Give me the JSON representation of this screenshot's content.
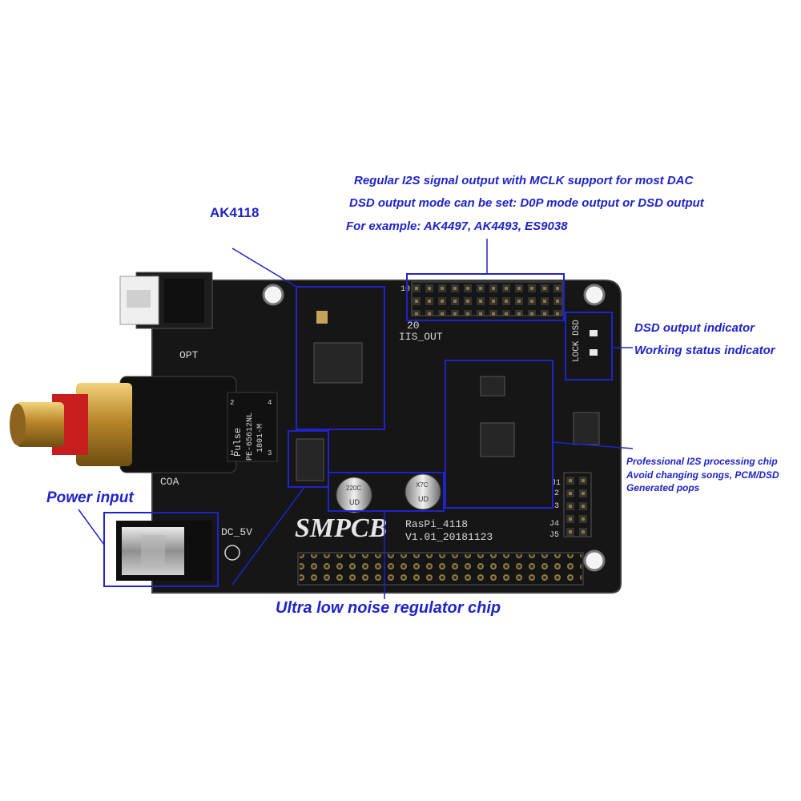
{
  "annotations": {
    "i2s_line1": "Regular I2S signal output with MCLK support for most DAC",
    "i2s_line2": "DSD output mode can be set: D0P mode output or DSD output",
    "i2s_line3": "For example: AK4497, AK4493, ES9038",
    "ak4118": "AK4118",
    "dsd_indicator": "DSD output indicator",
    "working_indicator": "Working status indicator",
    "i2s_chip_line1": "Professional I2S processing chip",
    "i2s_chip_line2": "Avoid changing songs, PCM/DSD",
    "i2s_chip_line3": "Generated pops",
    "power_input": "Power input",
    "regulator": "Ultra low noise regulator chip"
  },
  "board_silkscreen": {
    "opt": "OPT",
    "coa": "COA",
    "dc_5v": "DC_5V",
    "iis_out": "IIS_OUT",
    "pin_20": "20",
    "pin_10": "10",
    "lock_dsd": "LOCK DSD",
    "logo": "SMPCB",
    "model": "RasPi_4118",
    "version": "V1.01_20181123",
    "pulse": "Pulse",
    "transformer_part": "PE-65612NL",
    "transformer_code": "1801-M",
    "cap1_a": "220C",
    "cap1_b": "UD",
    "cap2_a": "X7C",
    "cap2_b": "UD",
    "j1": "J1",
    "j2": "2",
    "j3": "3",
    "j4": "J4",
    "j5": "J5",
    "tx_pin2": "2",
    "tx_pin1": "1",
    "tx_pin4": "4",
    "tx_pin3": "3"
  },
  "colors": {
    "annotation": "#1f23c9",
    "pcb": "#141414",
    "silkscreen": "#d8d8d8"
  }
}
